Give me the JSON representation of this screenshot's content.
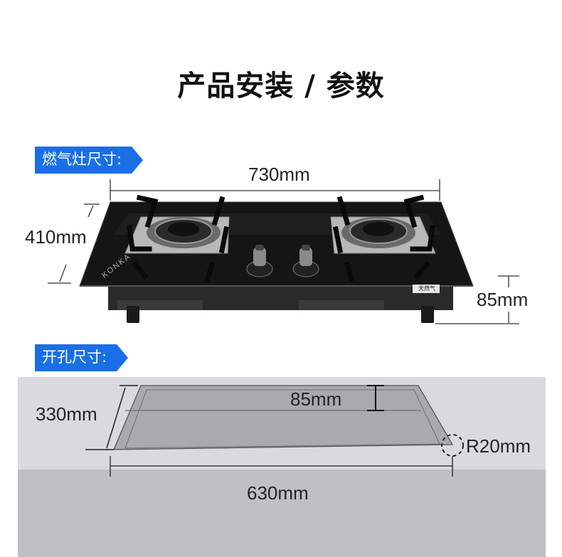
{
  "title": "产品安装 / 参数",
  "stove_section": {
    "tag": "燃气灶尺寸:",
    "width": "730mm",
    "depth": "410mm",
    "height": "85mm",
    "brand": "KONKA",
    "gas_label": "天然气"
  },
  "cutout_section": {
    "tag": "开孔尺寸:",
    "depth": "330mm",
    "inner_height": "85mm",
    "radius": "R20mm",
    "width": "630mm"
  },
  "colors": {
    "accent": "#1a6fe6",
    "panel_light": "#d9d9e0",
    "panel_dark": "#bfbfc6",
    "cutout_fill": "#a9a9ae",
    "glass": "#151515"
  }
}
